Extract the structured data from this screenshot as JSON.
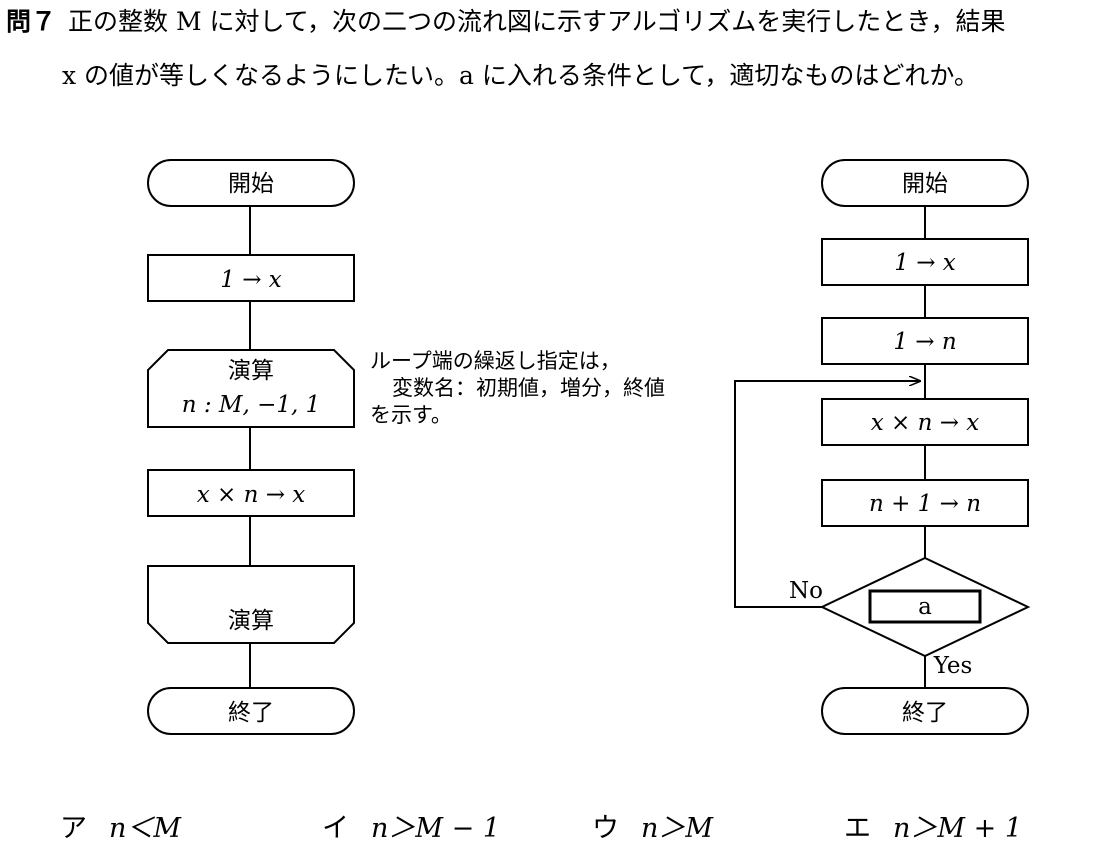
{
  "question": {
    "label": "問７",
    "line1": "正の整数 M に対して，次の二つの流れ図に示すアルゴリズムを実行したとき，結果",
    "line2": "x の値が等しくなるようにしたい。a に入れる条件として，適切なものはどれか。"
  },
  "left_flow": {
    "start": "開始",
    "init_x": "1 → x",
    "loop_open_title": "演算",
    "loop_open_params": "n : M, −1, 1",
    "multiply": "x × n → x",
    "loop_close_title": "演算",
    "end": "終了"
  },
  "note": {
    "line1": "ループ端の繰返し指定は，",
    "line2": "変数名：初期値，増分，終値",
    "line3": "を示す。"
  },
  "right_flow": {
    "start": "開始",
    "init_x": "1 → x",
    "init_n": "1 → n",
    "multiply": "x × n → x",
    "increment": "n + 1 → n",
    "condition": "a",
    "no_label": "No",
    "yes_label": "Yes",
    "end": "終了"
  },
  "choices": [
    {
      "key": "ア",
      "text": "n＜M"
    },
    {
      "key": "イ",
      "text": "n＞M − 1"
    },
    {
      "key": "ウ",
      "text": "n＞M"
    },
    {
      "key": "エ",
      "text": "n＞M + 1"
    }
  ]
}
